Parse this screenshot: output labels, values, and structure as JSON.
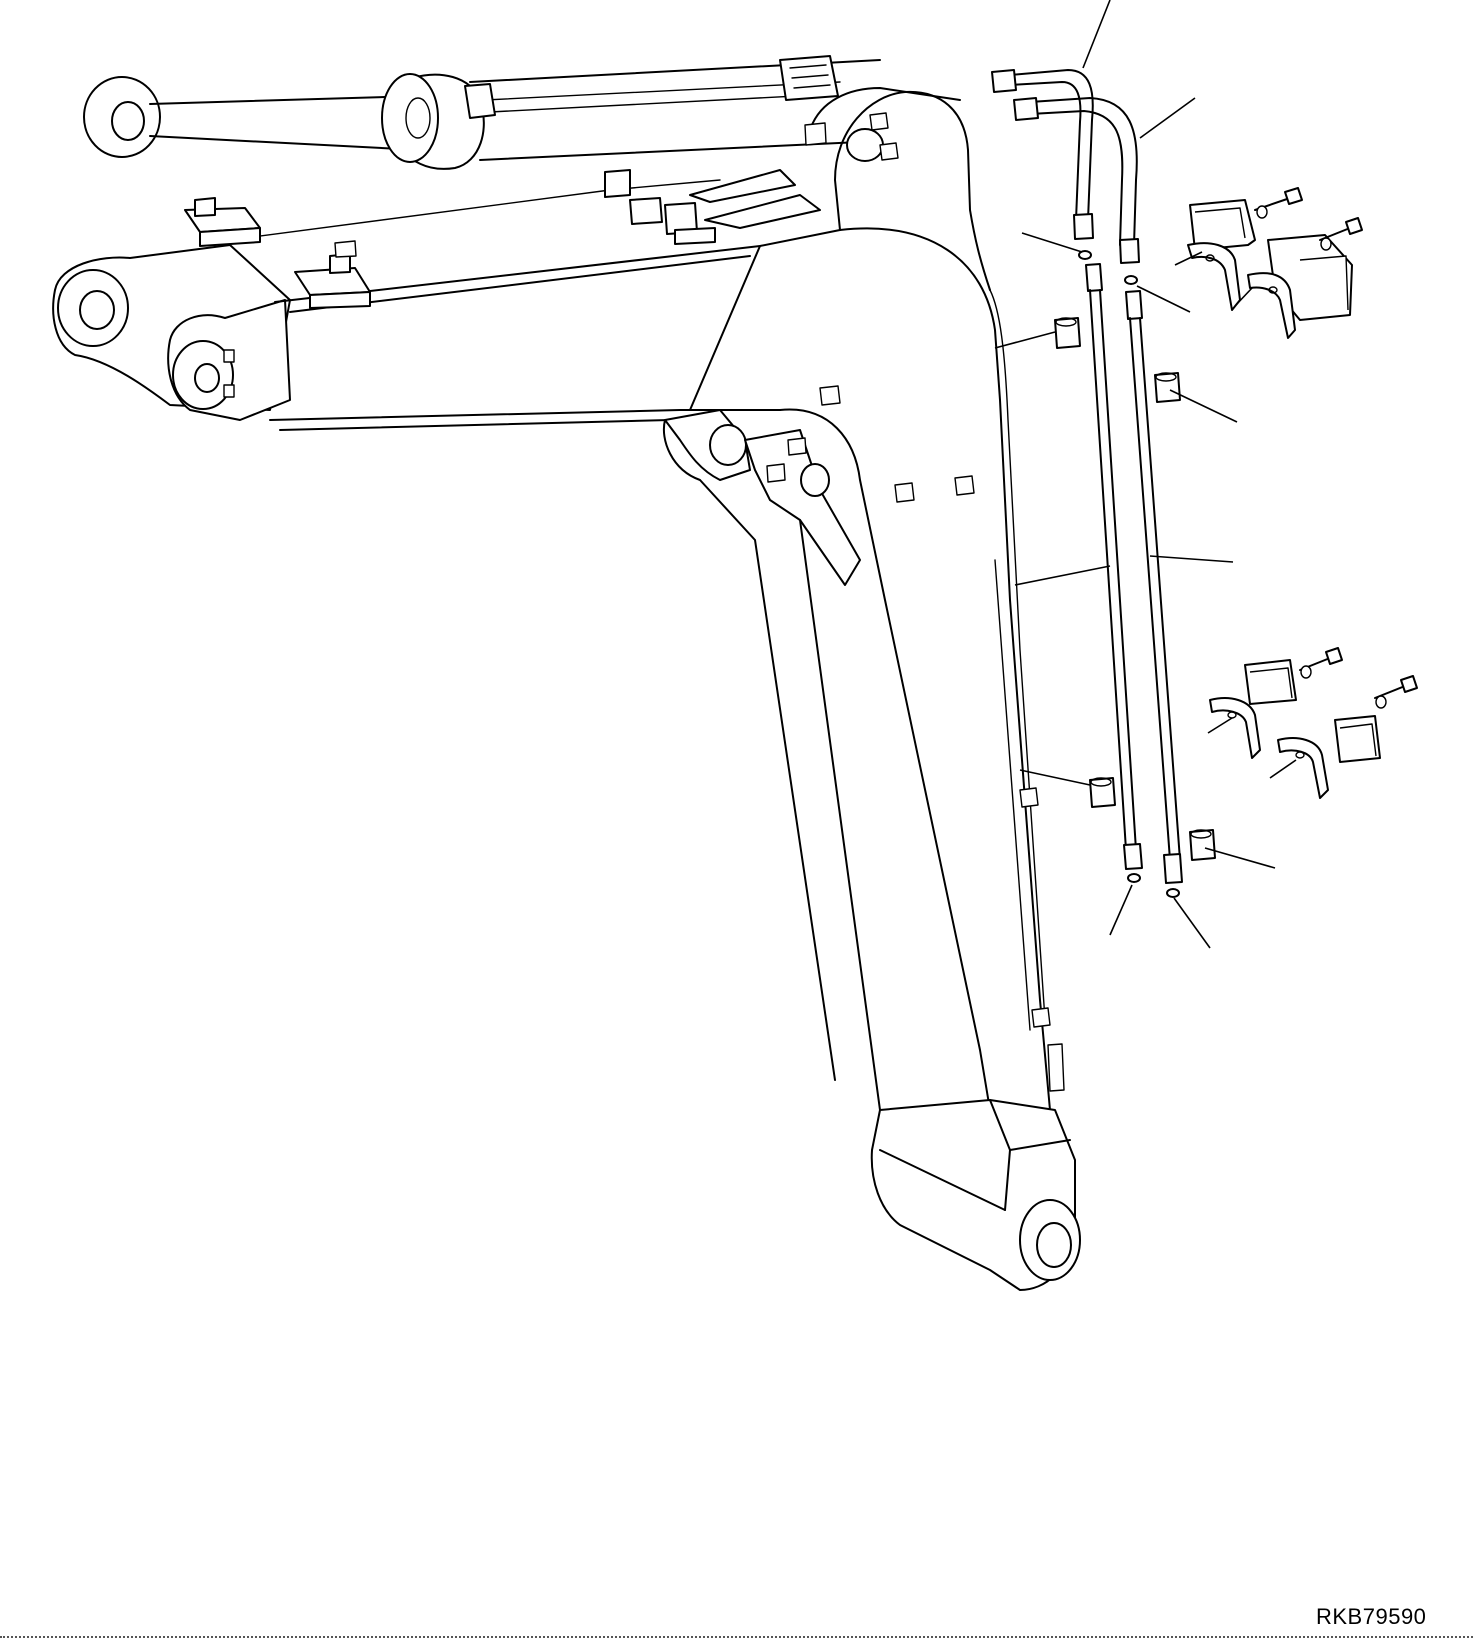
{
  "figure_code": "RKB79590",
  "parts": [
    "boom-cylinder",
    "boom",
    "hose-a",
    "hose-b",
    "pipe-a",
    "pipe-b",
    "hose-clamp",
    "pipe-clamp",
    "o-ring",
    "bolt",
    "block"
  ]
}
